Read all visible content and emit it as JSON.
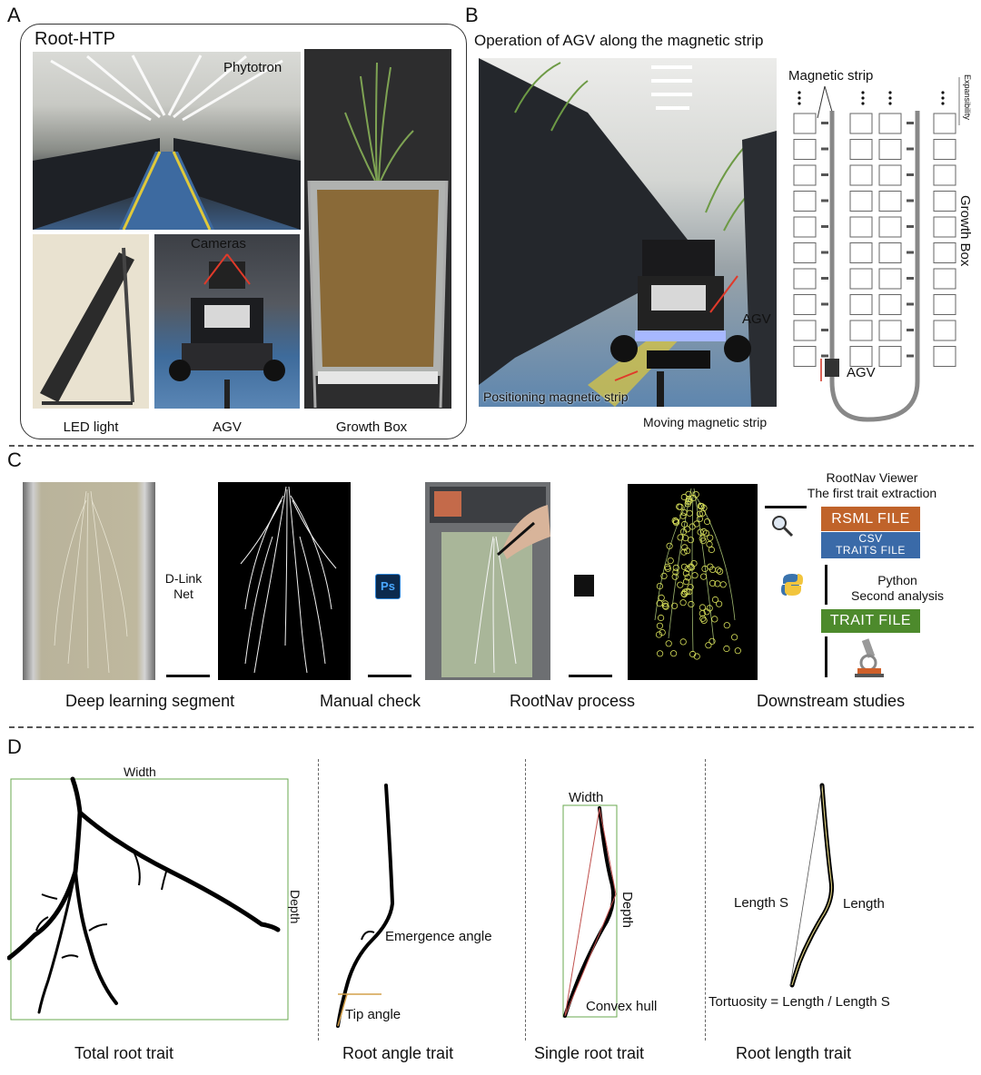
{
  "panels": {
    "a": "A",
    "b": "B",
    "c": "C",
    "d": "D"
  },
  "panelA": {
    "title": "Root-HTP",
    "phytotron": "Phytotron",
    "cameras": "Cameras",
    "captions": {
      "led": "LED light",
      "agv": "AGV",
      "growth_box": "Growth Box"
    }
  },
  "panelB": {
    "title": "Operation of AGV along the magnetic strip",
    "agv_photo": "AGV",
    "positioning": "Positioning magnetic strip",
    "moving": "Moving magnetic strip",
    "magnetic_strip": "Magnetic strip",
    "expansibility": "Expansibility",
    "growth_box": "Growth Box",
    "agv_diagram": "AGV"
  },
  "panelC": {
    "dlink_1": "D-Link",
    "dlink_2": "Net",
    "ps": "Ps",
    "rootnav_viewer": "RootNav Viewer",
    "first_trait": "The first trait extraction",
    "rsml": "RSML FILE",
    "csv_1": "CSV",
    "csv_2": "TRAITS FILE",
    "python": "Python",
    "second": "Second analysis",
    "trait_file": "TRAIT FILE",
    "captions": {
      "deep": "Deep learning segment",
      "manual": "Manual check",
      "rootnav": "RootNav process",
      "downstream": "Downstream studies"
    },
    "colors": {
      "rsml": "#c0632a",
      "csv": "#3a6aa8",
      "trait": "#4d8a2c"
    }
  },
  "panelD": {
    "total_width": "Width",
    "total_depth": "Depth",
    "emergence": "Emergence angle",
    "tip": "Tip angle",
    "single_width": "Width",
    "single_depth": "Depth",
    "convex": "Convex hull",
    "length_s": "Length S",
    "length": "Length",
    "tortuosity": "Tortuosity =  Length / Length S",
    "captions": {
      "total": "Total root trait",
      "angle": "Root angle trait",
      "single": "Single root trait",
      "length_trait": "Root length trait"
    }
  }
}
